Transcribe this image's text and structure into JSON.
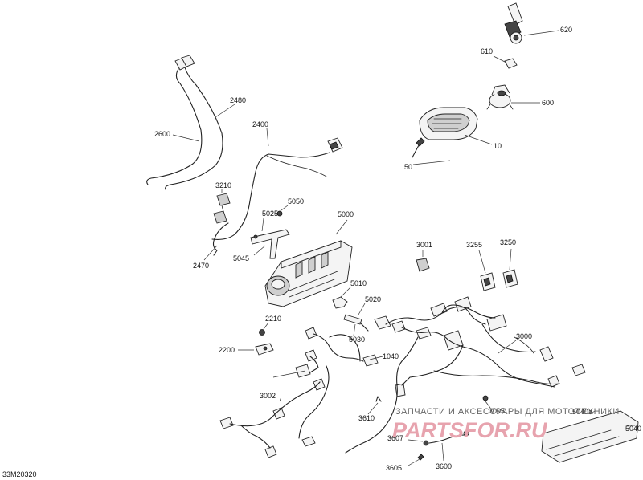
{
  "diagram": {
    "code": "33M20320",
    "watermark_text": "ЗАПЧАСТИ И АКСЕССУАРЫ ДЛЯ МОТОТЕХНИКИ",
    "watermark_logo": "PARTSFOR.RU",
    "part_labels": {
      "p620": "620",
      "p610": "610",
      "p600": "600",
      "p10": "10",
      "p50": "50",
      "p2480": "2480",
      "p2600": "2600",
      "p2400": "2400",
      "p3210": "3210",
      "p5050": "5050",
      "p5025": "5025",
      "p5000": "5000",
      "p5045": "5045",
      "p2470": "2470",
      "p3001": "3001",
      "p3255": "3255",
      "p3250": "3250",
      "p5010": "5010",
      "p5020": "5020",
      "p2210": "2210",
      "p5030": "5030",
      "p2200": "2200",
      "p1040": "1040",
      "p3000": "3000",
      "p3002": "3002",
      "p3005": "3005",
      "p3610": "3610",
      "p5040a": "5040a",
      "p5040": "5040",
      "p3607": "3607",
      "p3605": "3605",
      "p3600": "3600"
    }
  }
}
